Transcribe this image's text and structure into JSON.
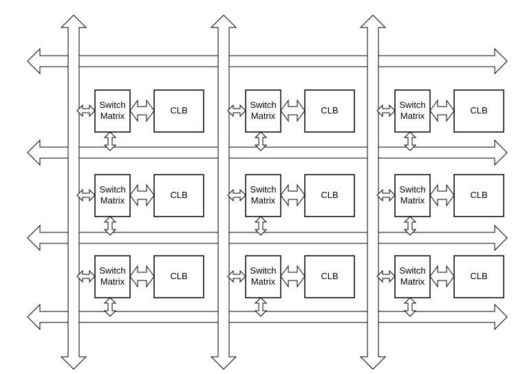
{
  "diagram": {
    "switch_label_line1": "Switch",
    "switch_label_line2": "Matrix",
    "clb_label": "CLB",
    "rows": 3,
    "cols": 3
  }
}
